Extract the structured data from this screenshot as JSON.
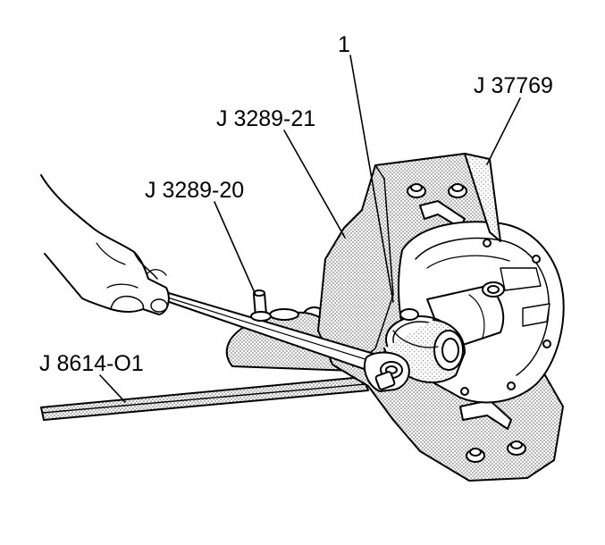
{
  "labels": {
    "callout_1": "1",
    "j37769": "J 37769",
    "j3289_21": "J 3289-21",
    "j3289_20": "J 3289-20",
    "j8614_01": "J 8614-O1"
  },
  "colors": {
    "line": "#000000",
    "background": "#ffffff",
    "shade": "#bdbdbd"
  }
}
